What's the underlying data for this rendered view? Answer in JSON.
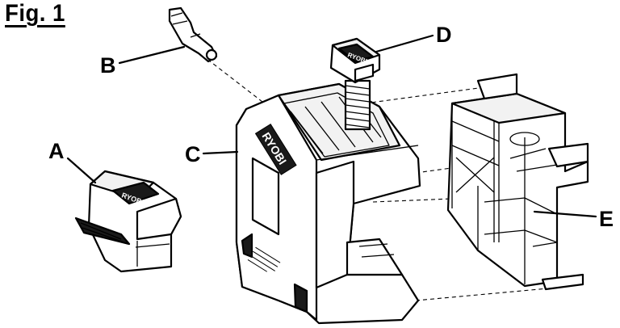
{
  "figure": {
    "title": "Fig. 1",
    "callouts": {
      "a": "A",
      "b": "B",
      "c": "C",
      "d": "D",
      "e": "E"
    },
    "brand_marks": {
      "clamp_body": "RYOBI",
      "knob": "RYOBI",
      "clip": "RYOBI"
    }
  }
}
